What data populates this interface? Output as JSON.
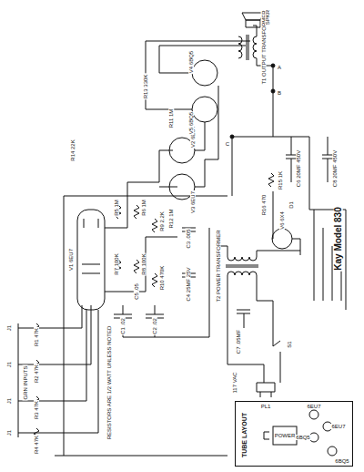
{
  "diagram": {
    "title": "Kay Model 830",
    "nodes": [
      {
        "text": [
          "TUBE LAYOUT"
        ]
      }
    ],
    "labels": [
      "J1",
      "J1",
      "J1",
      "J1",
      "R1 47K",
      "R2 47K",
      "R3 47K",
      "R4 47K",
      "V1 6EU7",
      "GRN INPUTS",
      "RESISTORS ARE 1/2 WATT UNLESS NOTED",
      "R5 1M",
      "R6 1M",
      "R7 100K",
      "R8 100K",
      "R9 2.2K",
      "R10 470K",
      "C1 .02",
      "C2 .02",
      "C3 .005",
      "C4 25MF 25V",
      "C5 .05",
      "R11 1M",
      "R12 1M",
      "V2 6EU7",
      "V3 6EU7",
      "V4 6BQ5",
      "V5 6BQ5",
      "R13 330K",
      "R14 22K",
      "T1 OUTPUT TRANSFORMER",
      "SPKR",
      "A",
      "B",
      "C",
      "R15 1K",
      "C6 20MF 450V",
      "C8 20MF 450V",
      "D1",
      "R16 470",
      "V6 6X4",
      "T2 POWER TRANSFORMER",
      "C7 .05MF",
      "S1",
      "PL1",
      "117 VAC",
      "6EU7",
      "6EU7",
      "6BQ5",
      "6BQ5",
      "POWER"
    ]
  }
}
